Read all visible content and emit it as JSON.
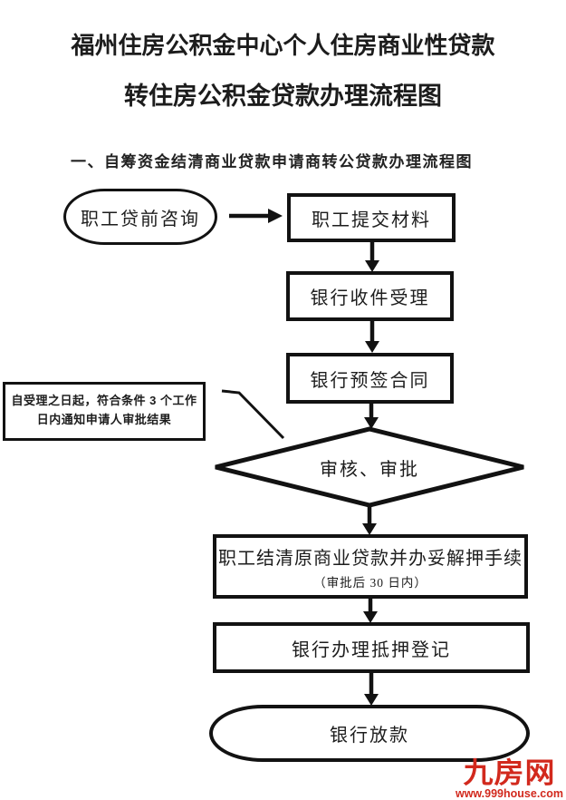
{
  "page": {
    "title_line1": "福州住房公积金中心个人住房商业性贷款",
    "title_line2": "转住房公积金贷款办理流程图",
    "section_heading": "一、自筹资金结清商业贷款申请商转公贷款办理流程图"
  },
  "flowchart": {
    "nodes": [
      {
        "id": "start",
        "shape": "stadium",
        "label": "职工贷前咨询"
      },
      {
        "id": "submit",
        "shape": "rect",
        "label": "职工提交材料"
      },
      {
        "id": "receive",
        "shape": "rect",
        "label": "银行收件受理"
      },
      {
        "id": "presign",
        "shape": "rect",
        "label": "银行预签合同"
      },
      {
        "id": "review",
        "shape": "diamond",
        "label": "审核、审批"
      },
      {
        "id": "settle",
        "shape": "rect",
        "label": "职工结清原商业贷款并办妥解押手续",
        "sublabel": "（审批后 30 日内）"
      },
      {
        "id": "mortgage",
        "shape": "rect",
        "label": "银行办理抵押登记"
      },
      {
        "id": "disburse",
        "shape": "stadium",
        "label": "银行放款"
      }
    ],
    "annotation": {
      "line1": "自受理之日起，符合条件 3 个工作",
      "line2": "日内通知申请人审批结果"
    },
    "line_color": "#121212"
  },
  "watermark": {
    "logo": "九房网",
    "url": "www.999house.com",
    "color": "#d2291d"
  }
}
